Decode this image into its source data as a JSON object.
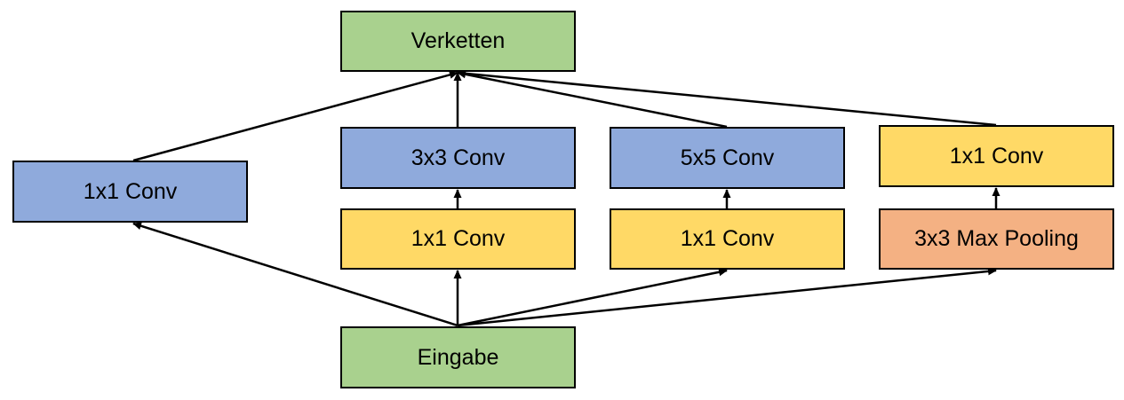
{
  "colors": {
    "green": "#a9d18e",
    "blue": "#8faadc",
    "yellow": "#ffd966",
    "orange": "#f4b183",
    "stroke": "#000000"
  },
  "nodes": {
    "concat": {
      "label": "Verketten",
      "color": "green"
    },
    "branch1_conv1x1": {
      "label": "1x1 Conv",
      "color": "blue"
    },
    "branch2_conv3x3": {
      "label": "3x3 Conv",
      "color": "blue"
    },
    "branch3_conv5x5": {
      "label": "5x5 Conv",
      "color": "blue"
    },
    "branch4_conv1x1": {
      "label": "1x1 Conv",
      "color": "yellow"
    },
    "branch2_reduce1x1": {
      "label": "1x1 Conv",
      "color": "yellow"
    },
    "branch3_reduce1x1": {
      "label": "1x1 Conv",
      "color": "yellow"
    },
    "branch4_maxpool": {
      "label": "3x3 Max Pooling",
      "color": "orange"
    },
    "input": {
      "label": "Eingabe",
      "color": "green"
    }
  },
  "edges": [
    {
      "from": "input",
      "to": "branch1_conv1x1"
    },
    {
      "from": "input",
      "to": "branch2_reduce1x1"
    },
    {
      "from": "input",
      "to": "branch3_reduce1x1"
    },
    {
      "from": "input",
      "to": "branch4_maxpool"
    },
    {
      "from": "branch2_reduce1x1",
      "to": "branch2_conv3x3"
    },
    {
      "from": "branch3_reduce1x1",
      "to": "branch3_conv5x5"
    },
    {
      "from": "branch4_maxpool",
      "to": "branch4_conv1x1"
    },
    {
      "from": "branch1_conv1x1",
      "to": "concat"
    },
    {
      "from": "branch2_conv3x3",
      "to": "concat"
    },
    {
      "from": "branch3_conv5x5",
      "to": "concat"
    },
    {
      "from": "branch4_conv1x1",
      "to": "concat"
    }
  ]
}
